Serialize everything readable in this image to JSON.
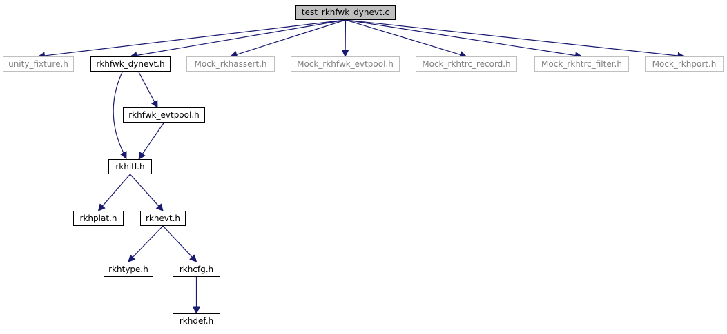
{
  "nodes": {
    "root": "test_rkhfwk_dynevt.c",
    "unity_fixture": "unity_fixture.h",
    "rkhfwk_dynevt": "rkhfwk_dynevt.h",
    "mock_rkhassert": "Mock_rkhassert.h",
    "mock_rkhfwk_evtpool": "Mock_rkhfwk_evtpool.h",
    "mock_rkhtrc_record": "Mock_rkhtrc_record.h",
    "mock_rkhtrc_filter": "Mock_rkhtrc_filter.h",
    "mock_rkhport": "Mock_rkhport.h",
    "rkhfwk_evtpool": "rkhfwk_evtpool.h",
    "rkhitl": "rkhitl.h",
    "rkhplat": "rkhplat.h",
    "rkhevt": "rkhevt.h",
    "rkhtype": "rkhtype.h",
    "rkhcfg": "rkhcfg.h",
    "rkhdef": "rkhdef.h"
  },
  "edges": [
    [
      "root",
      "unity_fixture"
    ],
    [
      "root",
      "rkhfwk_dynevt"
    ],
    [
      "root",
      "mock_rkhassert"
    ],
    [
      "root",
      "mock_rkhfwk_evtpool"
    ],
    [
      "root",
      "mock_rkhtrc_record"
    ],
    [
      "root",
      "mock_rkhtrc_filter"
    ],
    [
      "root",
      "mock_rkhport"
    ],
    [
      "rkhfwk_dynevt",
      "rkhfwk_evtpool"
    ],
    [
      "rkhfwk_dynevt",
      "rkhitl"
    ],
    [
      "rkhfwk_evtpool",
      "rkhitl"
    ],
    [
      "rkhitl",
      "rkhplat"
    ],
    [
      "rkhitl",
      "rkhevt"
    ],
    [
      "rkhevt",
      "rkhtype"
    ],
    [
      "rkhevt",
      "rkhcfg"
    ],
    [
      "rkhcfg",
      "rkhdef"
    ]
  ],
  "colors": {
    "edge": "#191970",
    "root_fill": "#bfbfbf",
    "external_border": "#bfbfbf",
    "external_text": "#7f7f7f"
  }
}
